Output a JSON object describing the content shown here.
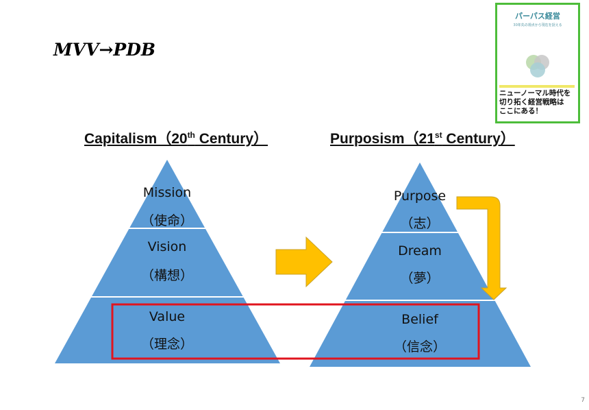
{
  "slide": {
    "title": "MVV→PDB",
    "page_number": "7"
  },
  "left": {
    "heading_prefix": "Capitalism（20",
    "heading_sup": "th",
    "heading_suffix": " Century）",
    "levels": [
      {
        "label": "Mission",
        "sub": "（使命）"
      },
      {
        "label": "Vision",
        "sub": "（構想）"
      },
      {
        "label": "Value",
        "sub": "（理念）"
      }
    ]
  },
  "right": {
    "heading_prefix": "Purposism（21",
    "heading_sup": "st",
    "heading_suffix": " Century）",
    "levels": [
      {
        "label": "Purpose",
        "sub": "（志）"
      },
      {
        "label": "Dream",
        "sub": "（夢）"
      },
      {
        "label": "Belief",
        "sub": "（信念）"
      }
    ]
  },
  "book": {
    "title": "パーパス経営",
    "subtitle": "30年先の視点から現在を捉える",
    "tagline": "ニューノーマル時代を\n切り拓く経営戦略は\nここにある！"
  },
  "colors": {
    "pyramid": "#5b9bd5",
    "arrow": "#ffc000",
    "highlight": "#e0141e"
  }
}
